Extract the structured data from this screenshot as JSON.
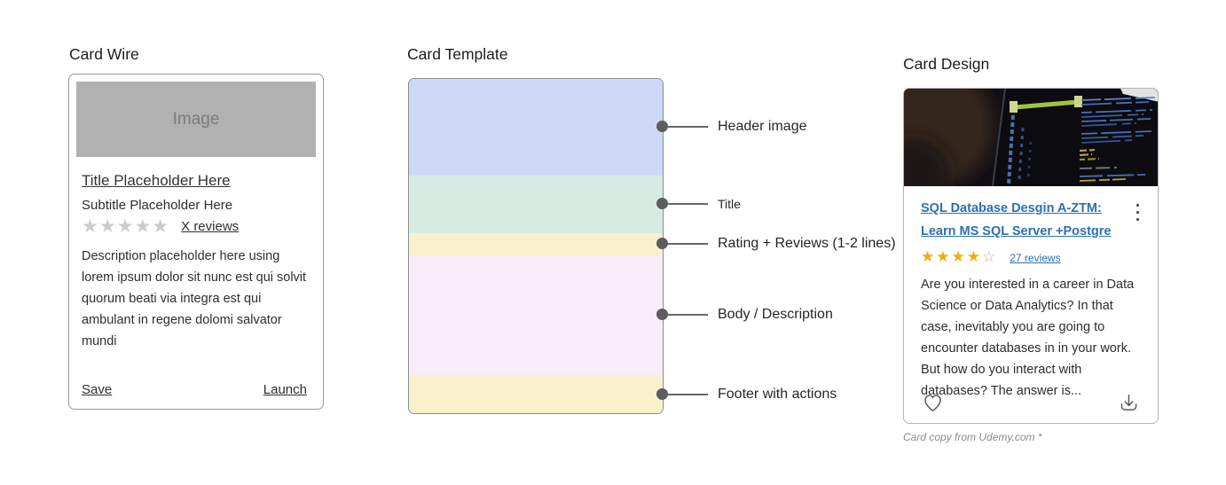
{
  "wire": {
    "heading": "Card Wire",
    "image_label": "Image",
    "image_bg": "#b1b1b1",
    "title": "Title Placeholder Here",
    "subtitle": "Subtitle Placeholder Here",
    "stars_count": 5,
    "reviews_label": "X reviews",
    "description": "Description placeholder here using lorem ipsum dolor sit nunc est qui solvit quorum beati via integra est qui ambulant in regene dolomi salvator mundi",
    "save_label": "Save",
    "launch_label": "Launch"
  },
  "template": {
    "heading": "Card Template",
    "sections": [
      {
        "label": "Header image",
        "color": "#cdd9f6",
        "height": 109
      },
      {
        "label": "Title",
        "color": "#d7ebe3",
        "height": 65
      },
      {
        "label": "Rating + Reviews (1-2 lines)",
        "color": "#faf0cb",
        "height": 25
      },
      {
        "label": "Body / Description",
        "color": "#f9edfa",
        "height": 135
      },
      {
        "label": "Footer with actions",
        "color": "#faf0cb",
        "height": 45
      }
    ],
    "dot_color": "#5d5d5d"
  },
  "design": {
    "heading": "Card Design",
    "title": "SQL Database Desgin A-ZTM: Learn MS SQL Server +Postgre",
    "rating": 4,
    "rating_scale": 5,
    "reviews_label": "27 reviews",
    "description": "Are you interested in a career in Data Science or Data Analytics? In that case, inevitably you are going to encounter databases in in your work. But how do you interact with databases? The answer is...",
    "caption": "Card copy from Udemy.com *",
    "link_color": "#2d6fb5",
    "star_color": "#eead0b"
  }
}
